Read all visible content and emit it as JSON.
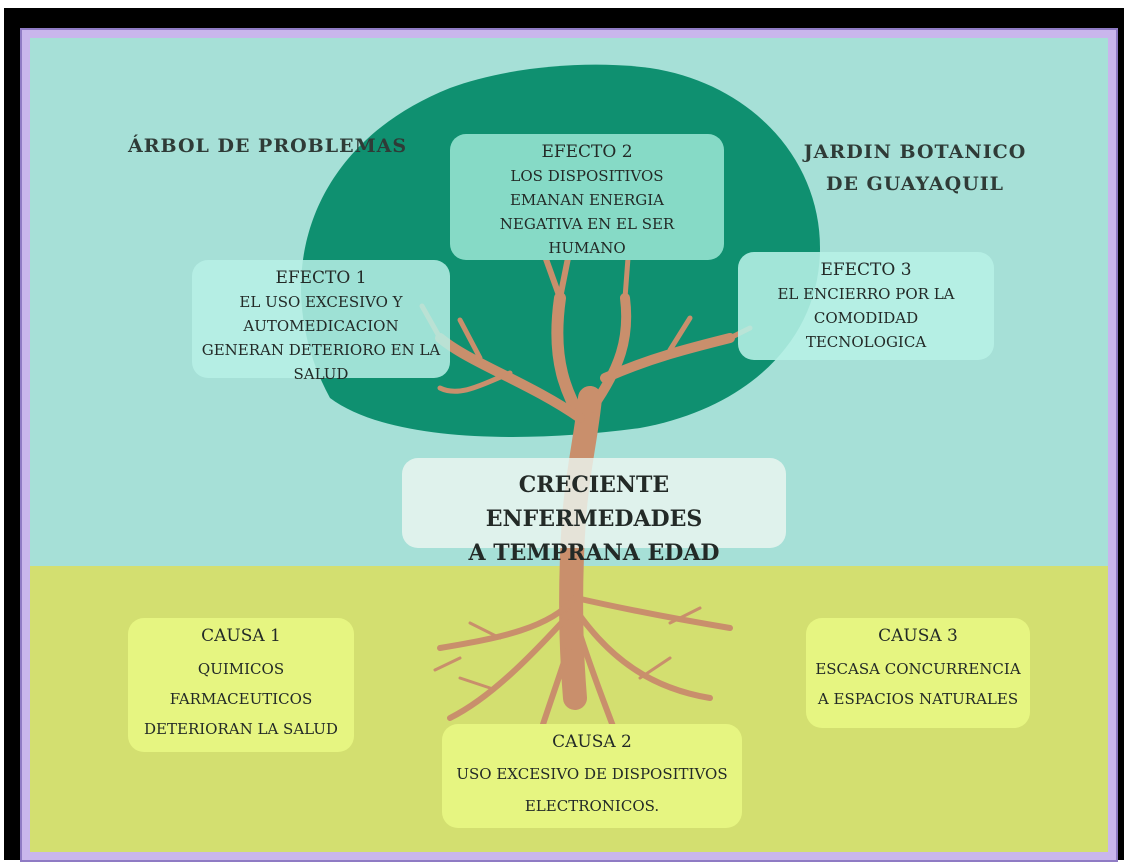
{
  "title_left": "ÁRBOL DE PROBLEMAS",
  "title_right": "JARDIN BOTANICO\nDE GUAYAQUIL",
  "central_problem": "CRECIENTE ENFERMEDADES\nA TEMPRANA EDAD",
  "effects": [
    {
      "head": "EFECTO 1",
      "body": "EL USO EXCESIVO Y\nAUTOMEDICACION\nGENERAN DETERIORO EN LA\nSALUD"
    },
    {
      "head": "EFECTO 2",
      "body": "LOS DISPOSITIVOS\nEMANAN ENERGIA\nNEGATIVA EN EL SER\nHUMANO"
    },
    {
      "head": "EFECTO 3",
      "body": "EL ENCIERRO POR LA\nCOMODIDAD\nTECNOLOGICA"
    }
  ],
  "causes": [
    {
      "head": "CAUSA 1",
      "body": "QUIMICOS\nFARMACEUTICOS\nDETERIORAN LA SALUD"
    },
    {
      "head": "CAUSA 2",
      "body": "USO EXCESIVO DE DISPOSITIVOS\nELECTRONICOS."
    },
    {
      "head": "CAUSA 3",
      "body": "ESCASA CONCURRENCIA\nA ESPACIOS NATURALES"
    }
  ],
  "colors": {
    "sky": "#a6e0d7",
    "ground": "#d3df70",
    "canopy": "#0f9070",
    "trunk": "#c98f6c",
    "frame": "#c9b6ec"
  }
}
